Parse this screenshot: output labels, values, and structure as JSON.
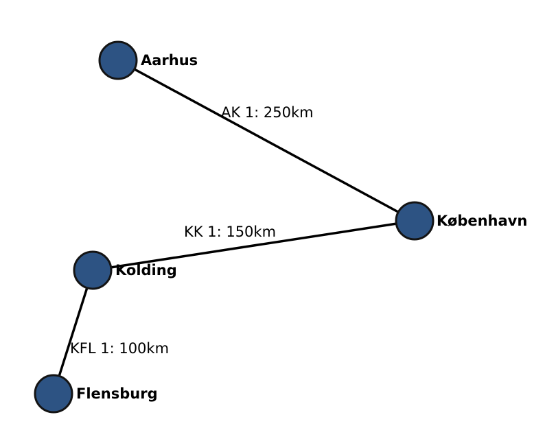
{
  "colors": {
    "node_fill": "#2d5383",
    "node_stroke": "#141414",
    "edge": "#000000",
    "background": "#ffffff"
  },
  "nodes": [
    {
      "id": "aarhus",
      "label": "Aarhus"
    },
    {
      "id": "kobenhavn",
      "label": "København"
    },
    {
      "id": "kolding",
      "label": "Kolding"
    },
    {
      "id": "flensburg",
      "label": "Flensburg"
    }
  ],
  "edges": [
    {
      "id": "ak",
      "from": "aarhus",
      "to": "kobenhavn",
      "label": "AK 1: 250km"
    },
    {
      "id": "kk",
      "from": "kolding",
      "to": "kobenhavn",
      "label": "KK 1: 150km"
    },
    {
      "id": "kfl",
      "from": "kolding",
      "to": "flensburg",
      "label": "KFL 1: 100km"
    }
  ]
}
